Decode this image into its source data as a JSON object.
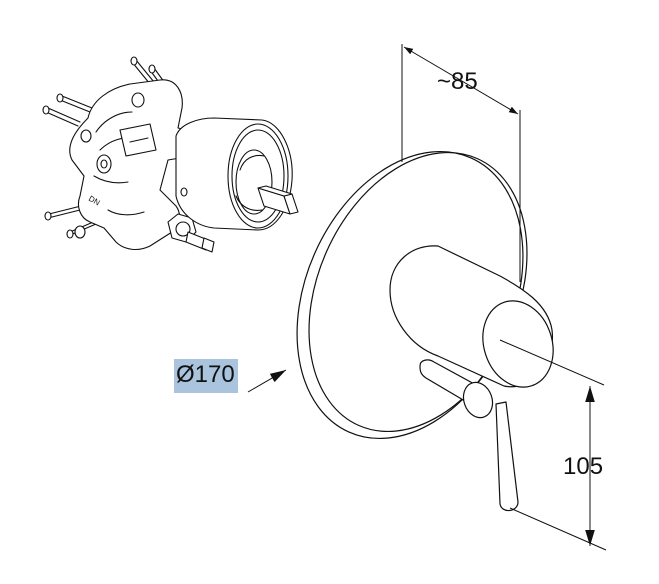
{
  "dimensions": {
    "width": "~85",
    "height": "105",
    "diameter": "Ø170"
  },
  "colors": {
    "line": "#111111",
    "highlight": "#a9c4dc",
    "background": "#ffffff"
  }
}
